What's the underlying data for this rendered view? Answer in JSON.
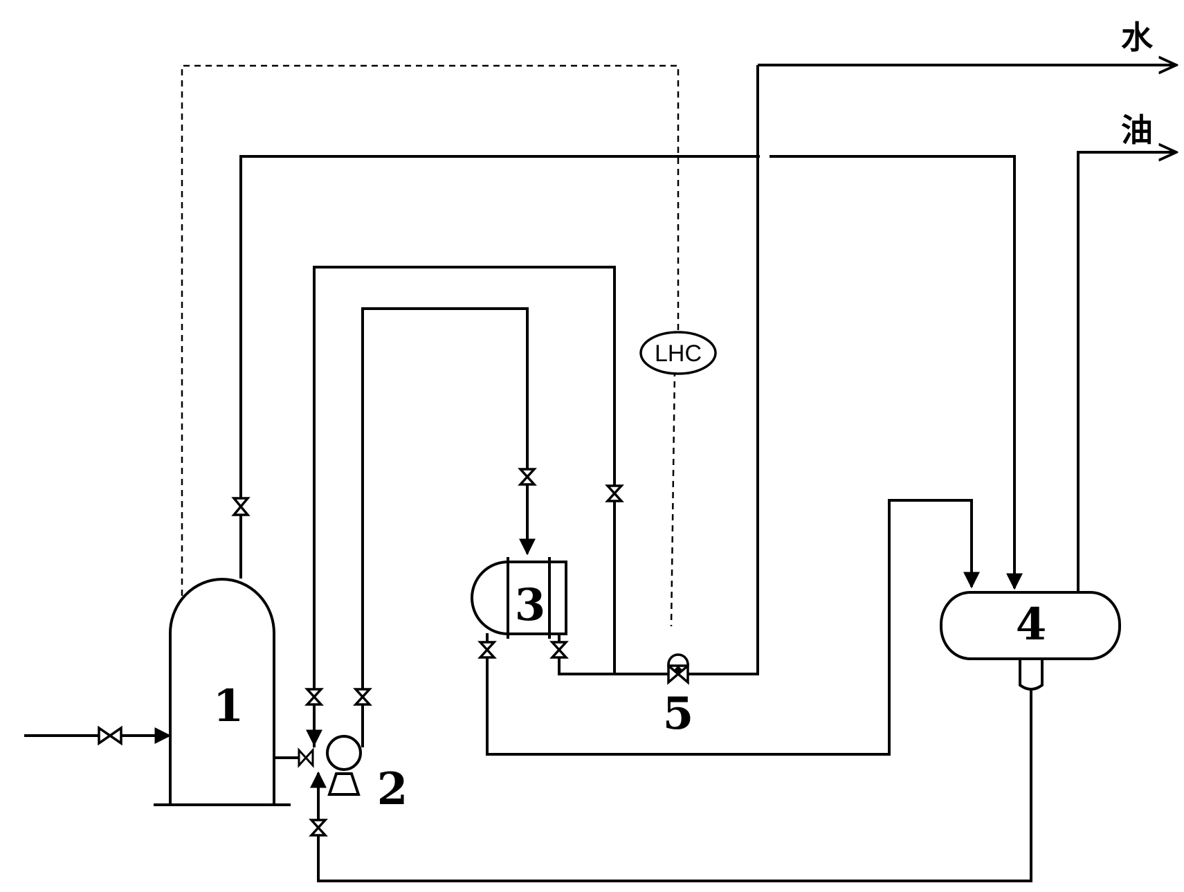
{
  "equipment": {
    "e1": "1",
    "e2": "2",
    "e3": "3",
    "e4": "4",
    "e5": "5"
  },
  "instrument": {
    "lhc": "LHC"
  },
  "outputs": {
    "water": "水",
    "oil": "油"
  }
}
